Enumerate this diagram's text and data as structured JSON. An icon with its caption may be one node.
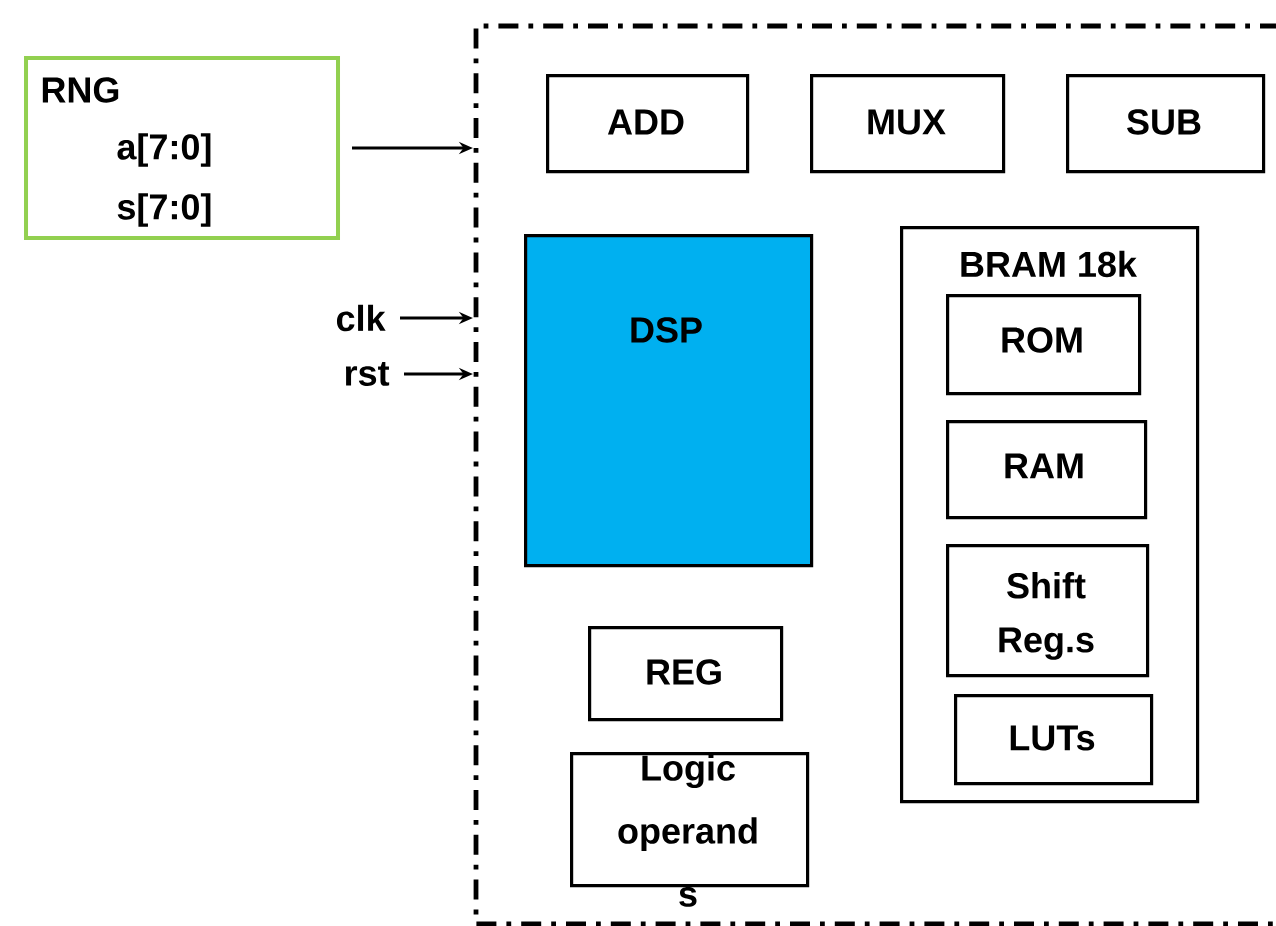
{
  "diagram": {
    "nodes": [
      {
        "text": [
          "RNG",
          "a[7:0]",
          "s[7:0]"
        ]
      },
      {
        "text": [
          "clk"
        ]
      },
      {
        "text": [
          "rst"
        ]
      },
      {
        "text": [],
        "shape": "box"
      },
      {
        "text": [
          "ADD"
        ],
        "in": 3
      },
      {
        "text": [
          "MUX"
        ],
        "in": 3
      },
      {
        "text": [
          "SUB"
        ],
        "in": 3
      },
      {
        "text": [
          "DSP"
        ],
        "in": 3
      },
      {
        "text": [
          "BRAM 18k"
        ],
        "in": 3
      },
      {
        "text": [
          "ROM"
        ],
        "in": 8
      },
      {
        "text": [
          "RAM"
        ],
        "in": 8
      },
      {
        "text": [
          "Shift Reg.s"
        ],
        "in": 8
      },
      {
        "text": [
          "LUTs"
        ],
        "in": 8
      },
      {
        "text": [
          "REG"
        ],
        "in": 3
      },
      {
        "text": [
          "Logic operand s"
        ],
        "in": 3
      }
    ],
    "edges": [
      {
        "from": 0,
        "to": 3,
        "arrow": "to"
      },
      {
        "from": 1,
        "to": 3,
        "arrow": "to"
      },
      {
        "from": 2,
        "to": 3,
        "arrow": "to"
      }
    ]
  }
}
